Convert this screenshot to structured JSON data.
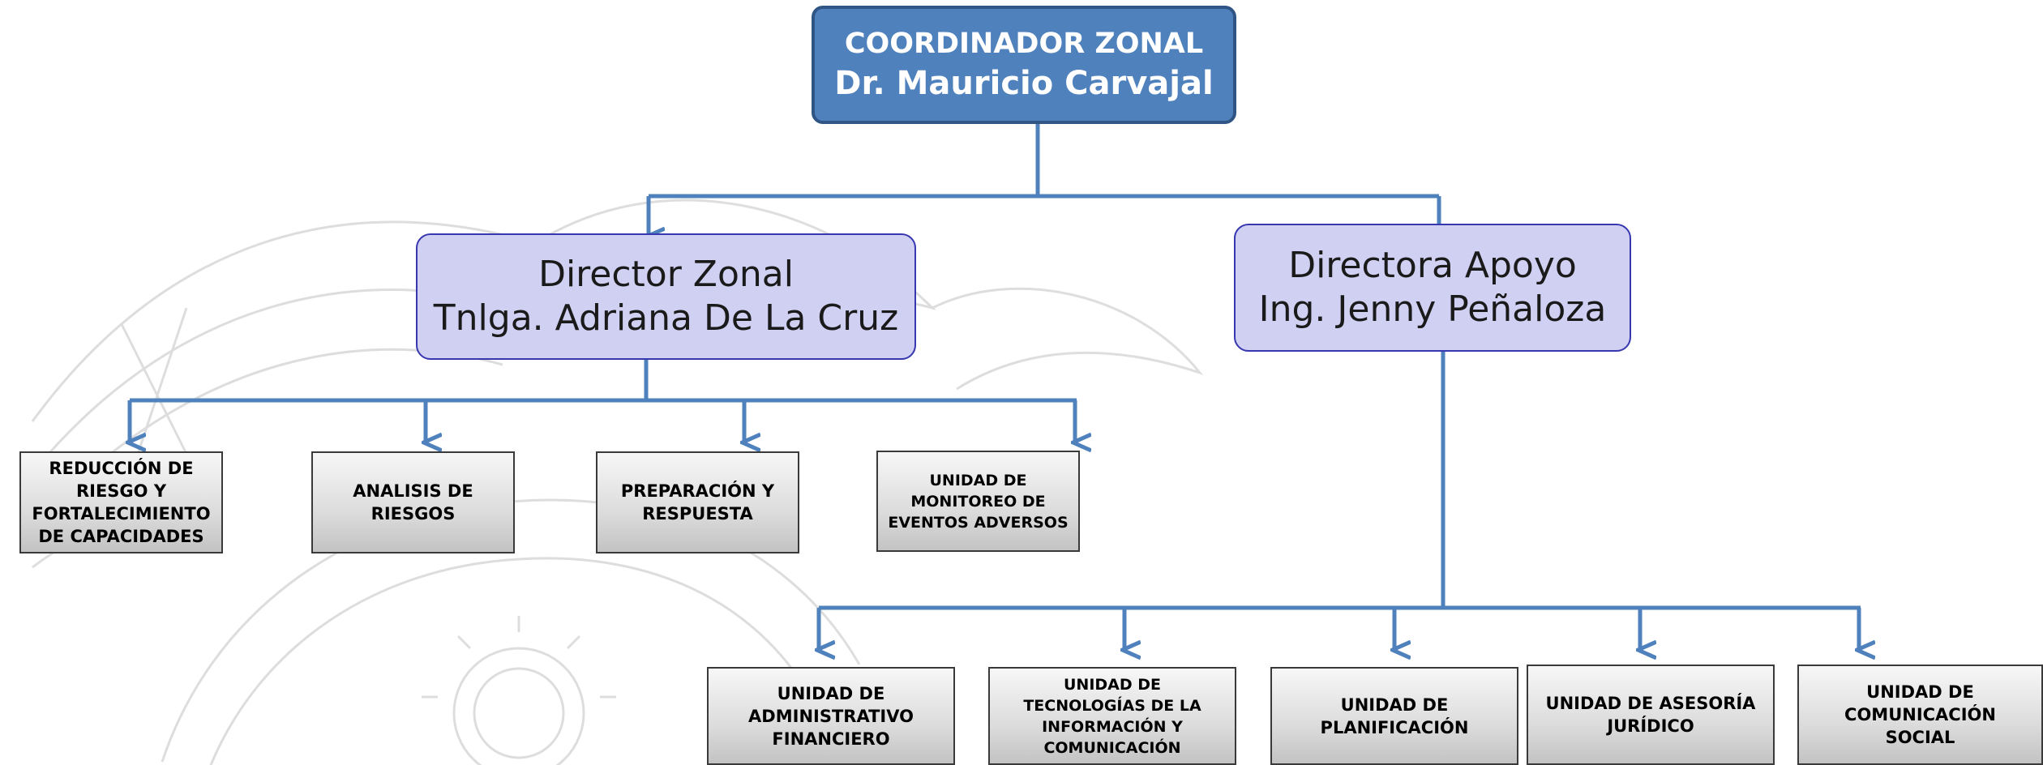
{
  "coordinator": {
    "title": "COORDINADOR ZONAL",
    "name": "Dr. Mauricio Carvajal"
  },
  "director_zonal": {
    "title": "Director Zonal",
    "name": "Tnlga. Adriana De La Cruz",
    "units": [
      "REDUCCIÓN DE RIESGO Y FORTALECIMIENTO DE CAPACIDADES",
      "ANALISIS DE RIESGOS",
      "PREPARACIÓN Y RESPUESTA",
      "UNIDAD DE MONITOREO DE EVENTOS ADVERSOS"
    ]
  },
  "directora_apoyo": {
    "title": "Directora Apoyo",
    "name": "Ing. Jenny Peñaloza",
    "units": [
      "UNIDAD DE ADMINISTRATIVO FINANCIERO",
      "UNIDAD DE TECNOLOGÍAS DE LA INFORMACIÓN Y COMUNICACIÓN",
      "UNIDAD DE PLANIFICACIÓN",
      "UNIDAD DE ASESORÍA JURÍDICO",
      "UNIDAD DE COMUNICACIÓN SOCIAL"
    ]
  },
  "colors": {
    "connector": "#4f81bd",
    "coordinator_fill": "#4f81bd",
    "director_fill": "#d0d0f3",
    "unit_border": "#3a3a3a"
  }
}
